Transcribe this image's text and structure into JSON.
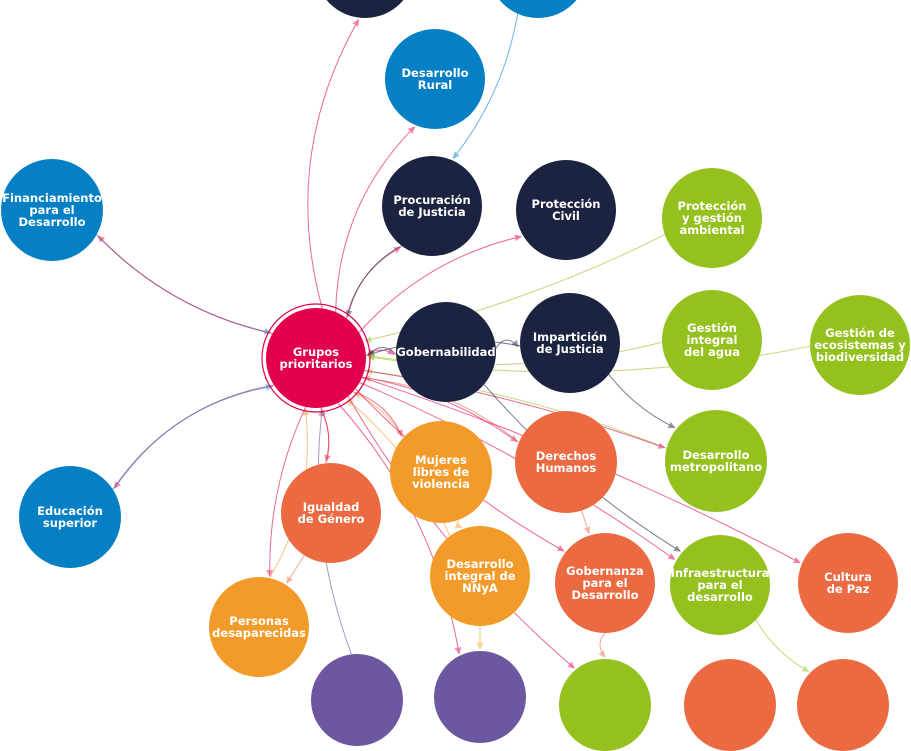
{
  "colors": {
    "dark": "#1b2340",
    "blue": "#0580c4",
    "green": "#95c11f",
    "magenta": "#e2004f",
    "orange": "#f39b2a",
    "red": "#ec6a42",
    "purple": "#6c57a0"
  },
  "nodes": [
    {
      "id": "top_dark",
      "label": "",
      "color": "dark"
    },
    {
      "id": "top_blue",
      "label": "",
      "color": "blue"
    },
    {
      "id": "desarrollo_rural",
      "label": "Desarrollo\nRural",
      "color": "blue"
    },
    {
      "id": "financiamiento",
      "label": "Financiamiento\npara el\nDesarrollo",
      "color": "blue"
    },
    {
      "id": "procuracion",
      "label": "Procuración\nde Justicia",
      "color": "dark"
    },
    {
      "id": "proteccion_civil",
      "label": "Protección\nCivil",
      "color": "dark"
    },
    {
      "id": "proteccion_ambiental",
      "label": "Protección\ny gestión\nambiental",
      "color": "green"
    },
    {
      "id": "grupos",
      "label": "Grupos\nprioritarios",
      "color": "magenta"
    },
    {
      "id": "gobernabilidad",
      "label": "Gobernabilidad",
      "color": "dark"
    },
    {
      "id": "imparticion",
      "label": "Impartición\nde Justicia",
      "color": "dark"
    },
    {
      "id": "agua",
      "label": "Gestión\nintegral\ndel agua",
      "color": "green"
    },
    {
      "id": "ecosistemas",
      "label": "Gestión de\necosistemas y\nbiodiversidad",
      "color": "green"
    },
    {
      "id": "educacion",
      "label": "Educación\nsuperior",
      "color": "blue"
    },
    {
      "id": "mujeres",
      "label": "Mujeres\nlibres de\nviolencia",
      "color": "orange"
    },
    {
      "id": "ddhh",
      "label": "Derechos\nHumanos",
      "color": "red"
    },
    {
      "id": "metropolitano",
      "label": "Desarrollo\nmetropolitano",
      "color": "green"
    },
    {
      "id": "igualdad",
      "label": "Igualdad\nde Género",
      "color": "red"
    },
    {
      "id": "nnya",
      "label": "Desarrollo\nintegral de\nNNyA",
      "color": "orange"
    },
    {
      "id": "gobernanza",
      "label": "Gobernanza\npara el\nDesarrollo",
      "color": "red"
    },
    {
      "id": "infraestructura",
      "label": "Infraestructura\npara el\ndesarrollo",
      "color": "green"
    },
    {
      "id": "cultura_paz",
      "label": "Cultura\nde Paz",
      "color": "red"
    },
    {
      "id": "desaparecidas",
      "label": "Personas\ndesaparecidas",
      "color": "orange"
    },
    {
      "id": "bottom_purple1",
      "label": "",
      "color": "purple"
    },
    {
      "id": "bottom_purple2",
      "label": "",
      "color": "purple"
    },
    {
      "id": "bottom_green",
      "label": "",
      "color": "green"
    },
    {
      "id": "bottom_red1",
      "label": "",
      "color": "red"
    },
    {
      "id": "bottom_red2",
      "label": "",
      "color": "red"
    }
  ]
}
